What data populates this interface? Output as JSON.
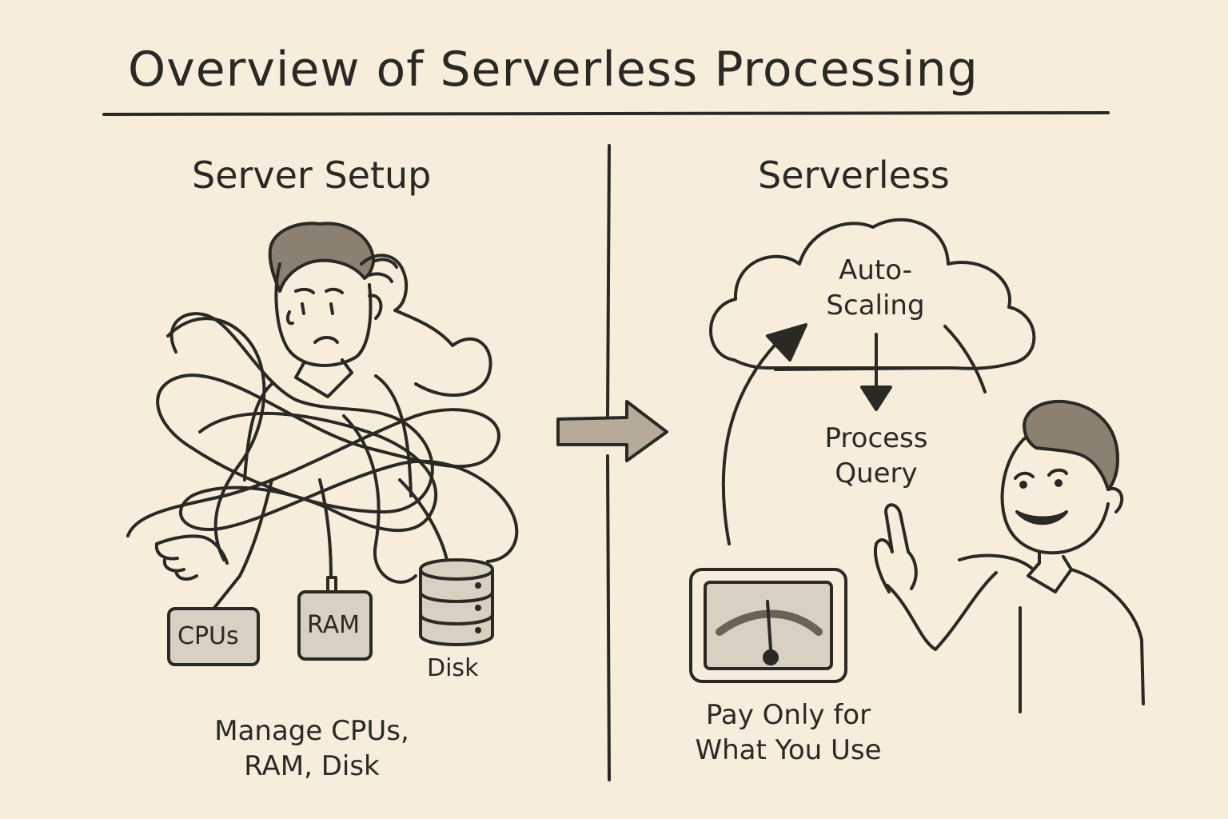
{
  "title": "Overview of Serverless Processing",
  "left": {
    "heading": "Server Setup",
    "components": {
      "cpus": "CPUs",
      "ram": "RAM",
      "disk": "Disk"
    },
    "caption_line1": "Manage CPUs,",
    "caption_line2": "RAM, Disk"
  },
  "right": {
    "heading": "Serverless",
    "cloud_line1": "Auto-",
    "cloud_line2": "Scaling",
    "process_line1": "Process",
    "process_line2": "Query",
    "meter_line1": "Pay Only for",
    "meter_line2": "What You Use"
  },
  "colors": {
    "paper": "#f6eedb",
    "ink": "#2b2924",
    "accent_fill": "#d8d0c0"
  }
}
